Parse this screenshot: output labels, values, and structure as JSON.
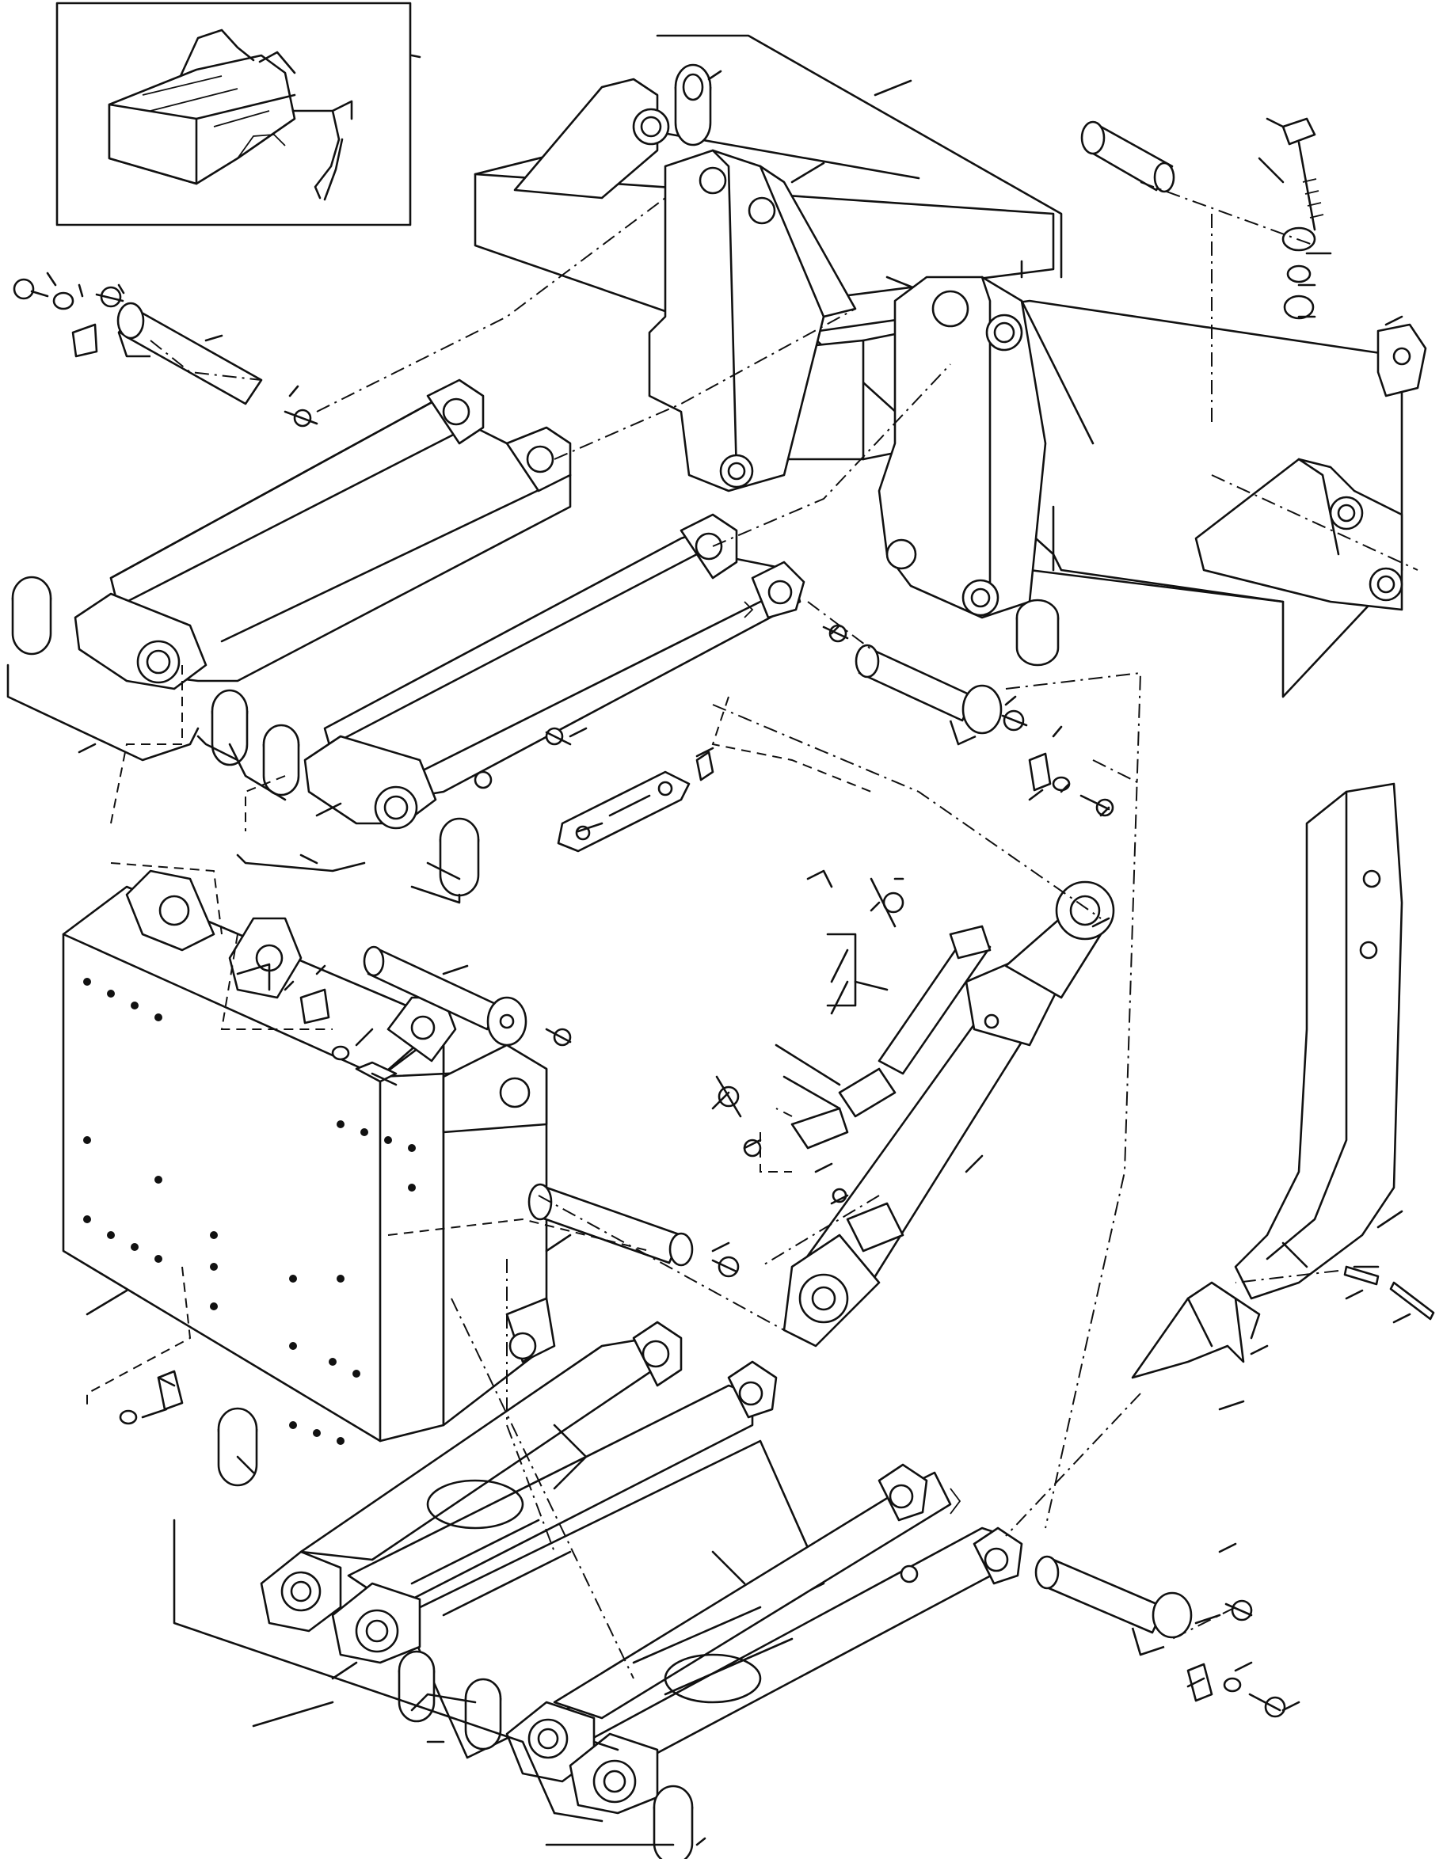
{
  "diagram": {
    "type": "exploded-parts-view",
    "title": "",
    "callout_labels": [],
    "colors": {
      "ink": "#111111",
      "paper": "#ffffff"
    },
    "parts": [
      "inset-overview",
      "main-frame",
      "upper-link-left",
      "upper-link-right",
      "lower-beam",
      "shank-mount-bracket",
      "hydraulic-cylinder",
      "ripper-shank",
      "ripper-tip",
      "pins",
      "bushings",
      "bolts-and-washers"
    ]
  }
}
